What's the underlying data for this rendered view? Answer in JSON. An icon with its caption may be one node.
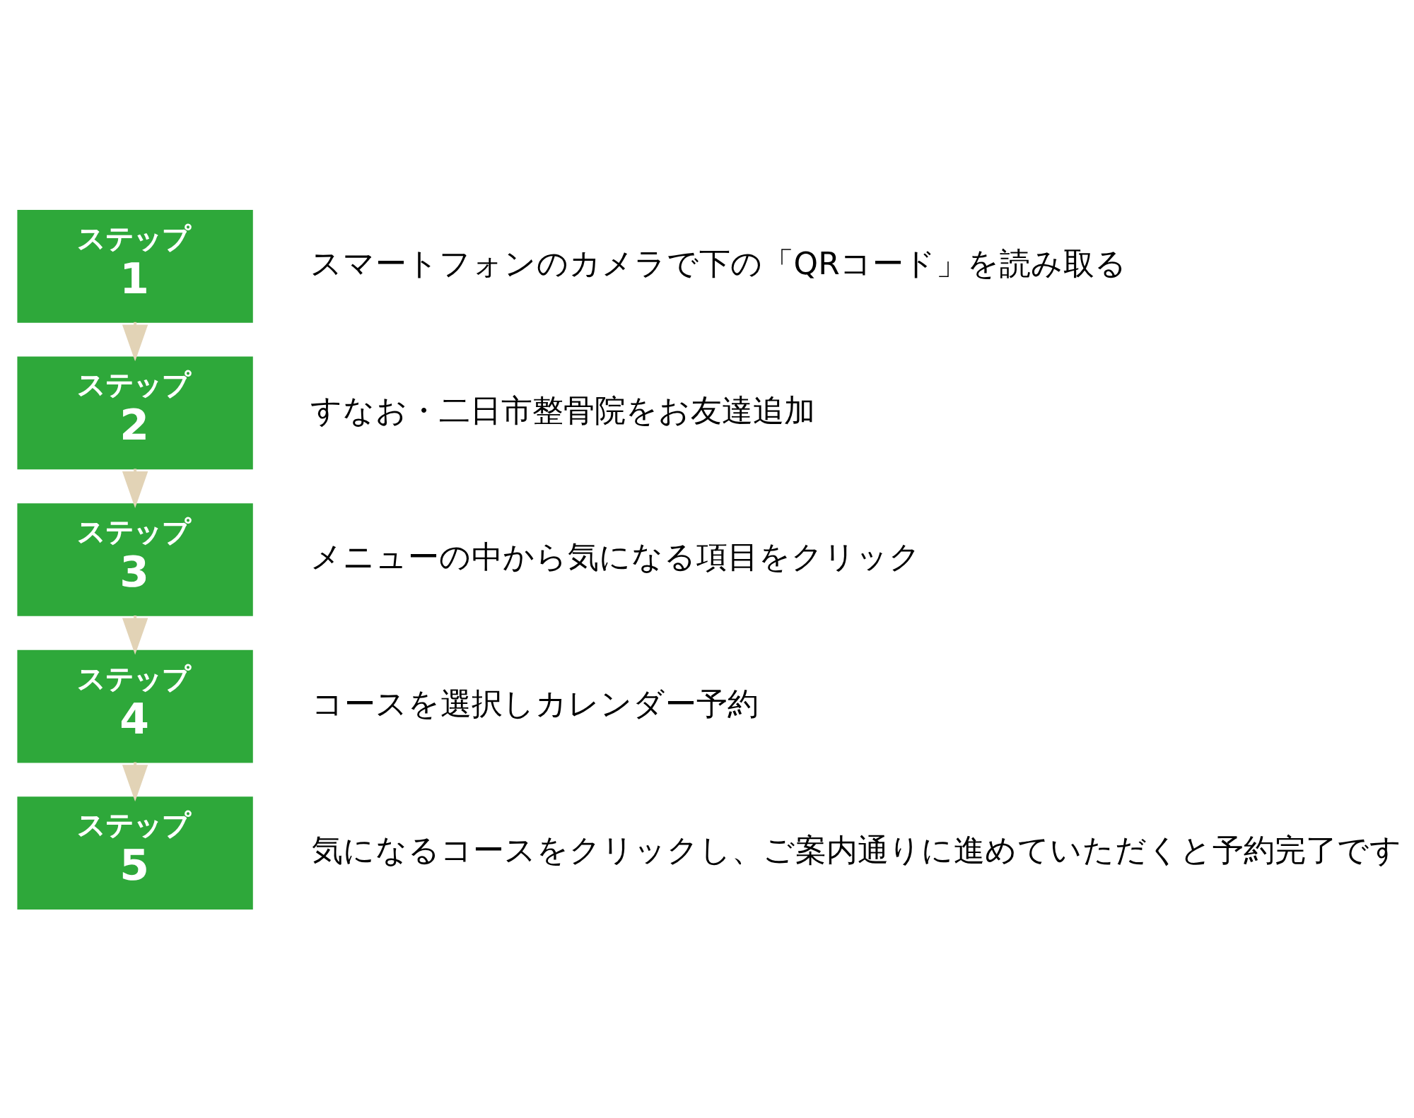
{
  "diagram": {
    "nodes": [
      {
        "text": [
          "ステップ",
          "1"
        ],
        "beside": [
          "スマートフォンのカメラで下の「QRコード」を読み取る"
        ]
      },
      {
        "text": [
          "ステップ",
          "2"
        ],
        "beside": [
          "すなお・二日市整骨院をお友達追加"
        ]
      },
      {
        "text": [
          "ステップ",
          "3"
        ],
        "beside": [
          "メニューの中から気になる項目をクリック"
        ]
      },
      {
        "text": [
          "ステップ",
          "4"
        ],
        "beside": [
          "コースを選択しカレンダー予約"
        ]
      },
      {
        "text": [
          "ステップ",
          "5"
        ],
        "beside": [
          "気になるコースをクリックし、ご案内通りに進めていただくと予約完了です"
        ]
      }
    ],
    "edges": [
      {
        "from": 0,
        "to": 1,
        "arrow": "to"
      },
      {
        "from": 1,
        "to": 2,
        "arrow": "to"
      },
      {
        "from": 2,
        "to": 3,
        "arrow": "to"
      },
      {
        "from": 3,
        "to": 4,
        "arrow": "to"
      }
    ]
  }
}
